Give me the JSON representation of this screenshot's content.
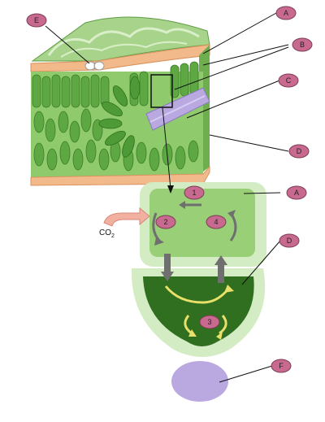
{
  "labels": {
    "A_top": "A",
    "B": "B",
    "C": "C",
    "D_top": "D",
    "E": "E",
    "A_mid": "A",
    "D_mid": "D",
    "F": "F"
  },
  "steps": {
    "one": "1",
    "two": "2",
    "three": "3",
    "four": "4"
  },
  "co2": {
    "main": "CO",
    "sub": "2"
  },
  "colors": {
    "label_fill": "#c8698f",
    "label_stroke": "#7d3d55",
    "leaf_green": "#7fbf5f",
    "chloroplast_light": "#b7dca0",
    "chloroplast_dark": "#2f6f1f",
    "vein": "#b9a9e0",
    "cuticle": "#f2b98a"
  }
}
